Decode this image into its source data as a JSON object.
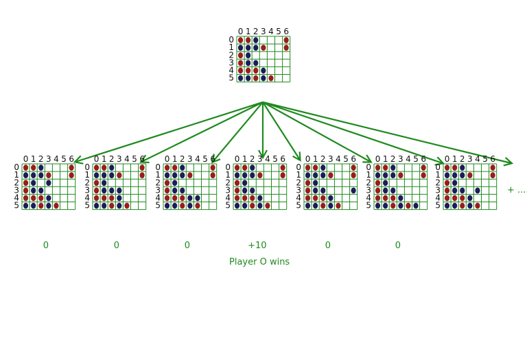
{
  "colors": {
    "grid": "#1e8a1e",
    "arrow": "#1e8a1e",
    "red_piece": "#9b1c1c",
    "blue_piece": "#1c1c5a",
    "text_green": "#1e8a1e"
  },
  "col_labels": [
    "0",
    "1",
    "2",
    "3",
    "4",
    "5",
    "6"
  ],
  "row_labels": [
    "0",
    "1",
    "2",
    "3",
    "4",
    "5"
  ],
  "root_board": [
    "RRB...R",
    "BBBR..R",
    "RB.....",
    "RBB....",
    "RRRB...",
    "BBRBR.."
  ],
  "children": [
    {
      "score": "0",
      "board": [
        "RRB...R",
        "BBBR..R",
        "RB.B...",
        "RBB....",
        "RRRB...",
        "BBRBR.."
      ]
    },
    {
      "score": "0",
      "board": [
        "RRB...R",
        "BBBR..R",
        "RB.....",
        "RBBB...",
        "RRRB...",
        "BBRBR.."
      ]
    },
    {
      "score": "0",
      "board": [
        "RRB...R",
        "BBBR..R",
        "RB.....",
        "RBB....",
        "RRRBB..",
        "BBRBR.."
      ]
    },
    {
      "score": "+10",
      "board": [
        "RRB...R",
        "BBBR..R",
        "RB.....",
        "RBB....",
        "RRRB...",
        "BBRBR.."
      ]
    },
    {
      "score": "0",
      "board": [
        "RRB...R",
        "BBBR..R",
        "RB.....",
        "RBB...B",
        "RRRB...",
        "BBRBR.."
      ]
    },
    {
      "score": "0",
      "board": [
        "RRB...R",
        "BBBR..R",
        "RB.....",
        "RBB....",
        "RRRB...",
        "BBRBRB."
      ]
    },
    {
      "score": "",
      "board": [
        "RRB...R",
        "BBBR..R",
        "RB.....",
        "RBB.B..",
        "RRRB...",
        "BBRBR.."
      ]
    }
  ],
  "more_label": "+ ....",
  "win_label": "Player O wins"
}
